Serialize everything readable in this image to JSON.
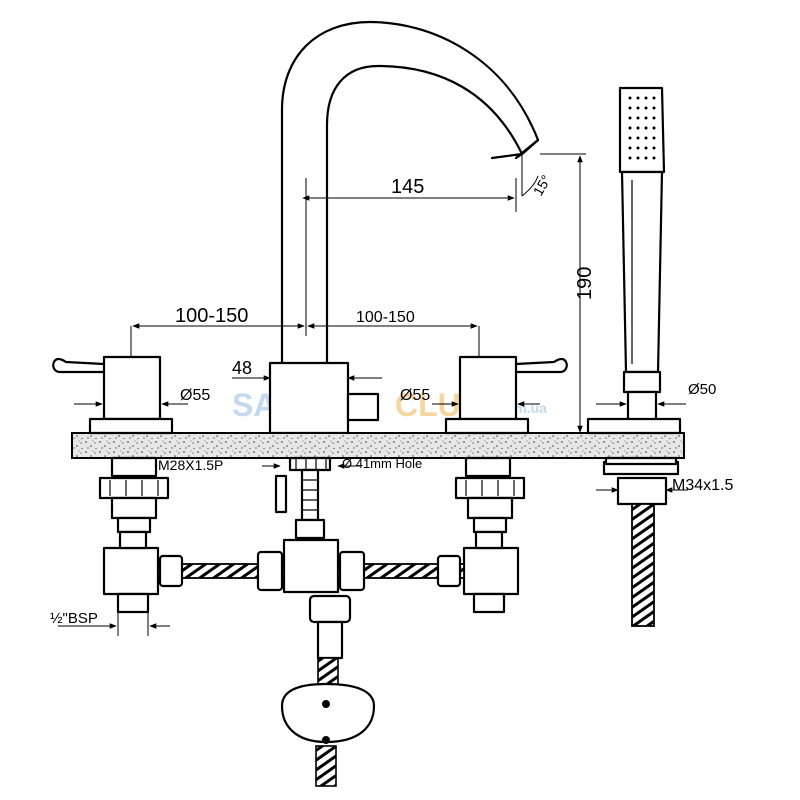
{
  "dimensions": {
    "spout_reach": "145",
    "spout_angle": "15°",
    "height": "190",
    "spacing_left": "100-150",
    "spacing_right": "100-150",
    "spout_diameter": "48",
    "handle_left_diameter": "Ø55",
    "handle_right_diameter": "Ø55",
    "shower_base_diameter": "Ø50",
    "thread_valve": "M28X1.5P",
    "hole_size": "Ø 41mm Hole",
    "thread_shower": "M34x1.5",
    "inlet_thread": "½\"BSP"
  },
  "watermark": {
    "brand_part1": "SANTEH",
    "brand_part2": "CLUB",
    "domain": ".com.ua"
  },
  "colors": {
    "line": "#000000",
    "watermark_blue": "#b9d3ea",
    "watermark_orange": "#f3cf8f",
    "deck_speckle": "#6d6d6d"
  }
}
